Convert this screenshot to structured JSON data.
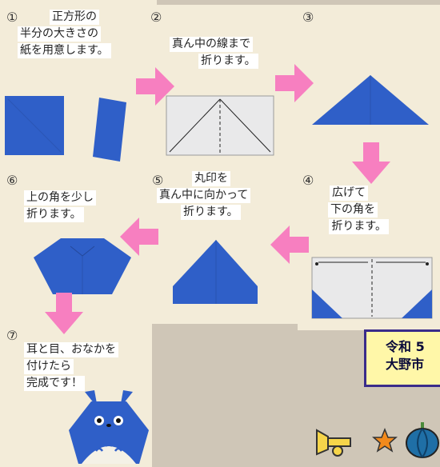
{
  "steps": [
    {
      "number": "①",
      "lines": [
        "正方形の",
        "半分の大きさの",
        "紙を用意します。"
      ]
    },
    {
      "number": "②",
      "lines": [
        "真ん中の線まで",
        "折ります。"
      ]
    },
    {
      "number": "③",
      "lines": []
    },
    {
      "number": "④",
      "lines": [
        "広げて",
        "下の角を",
        "折ります。"
      ]
    },
    {
      "number": "⑤",
      "lines": [
        "丸印を",
        "真ん中に向かって",
        "折ります。"
      ]
    },
    {
      "number": "⑥",
      "lines": [
        "上の角を少し",
        "折ります。"
      ]
    },
    {
      "number": "⑦",
      "lines": [
        "耳と目、おなかを",
        "付けたら",
        "完成です！"
      ]
    }
  ],
  "notice": {
    "line1": "令和 5",
    "line2": "大野市"
  },
  "colors": {
    "paper_blue": "#2f5fc8",
    "arrow_pink": "#f77fc0",
    "notice_bg": "#fff7a8",
    "notice_border": "#3a2c8a"
  },
  "icons": [
    "trumpet-icon",
    "star-icon",
    "pumpkin-icon"
  ]
}
